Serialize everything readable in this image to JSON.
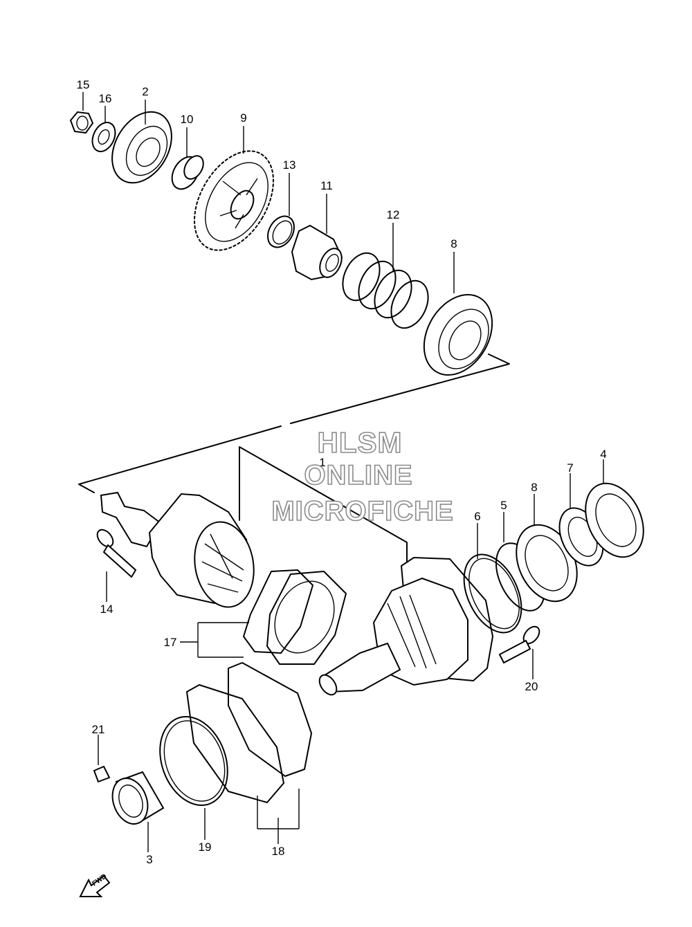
{
  "watermark": {
    "line1": "HLSM",
    "line2": "ONLINE",
    "line3": "MICROFICHE"
  },
  "fwd_label": "FWD",
  "callouts": {
    "n1": "1",
    "n2": "2",
    "n3": "3",
    "n4": "4",
    "n5": "5",
    "n6": "6",
    "n7": "7",
    "n8a": "8",
    "n8b": "8",
    "n9": "9",
    "n10": "10",
    "n11": "11",
    "n12": "12",
    "n13": "13",
    "n14": "14",
    "n15": "15",
    "n16": "16",
    "n17": "17",
    "n18": "18",
    "n19": "19",
    "n20": "20",
    "n21": "21"
  }
}
